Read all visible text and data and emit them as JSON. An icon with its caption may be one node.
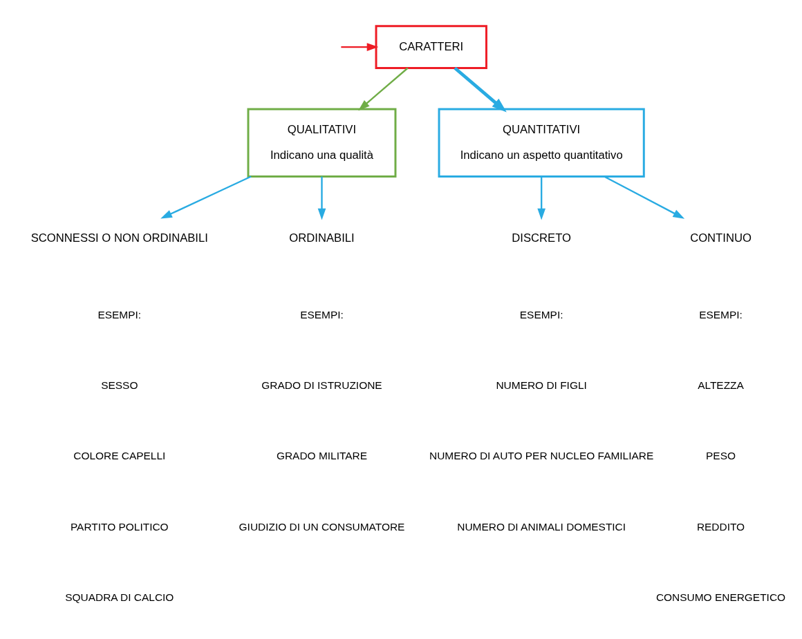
{
  "diagram": {
    "nodes": [
      {
        "text": [
          "CARATTERI"
        ]
      },
      {
        "text": [
          "QUALITATIVI",
          "Indicano una qualità"
        ]
      },
      {
        "text": [
          "QUANTITATIVI",
          "Indicano un aspetto quantitativo"
        ]
      },
      {
        "text": [
          "SCONNESSI O NON ORDINABILI"
        ]
      },
      {
        "text": [
          "ORDINABILI"
        ]
      },
      {
        "text": [
          "DISCRETO"
        ]
      },
      {
        "text": [
          "CONTINUO"
        ]
      }
    ],
    "edges": [
      {
        "from": null,
        "to": 0,
        "arrow": "to",
        "color": "#ee1c25"
      },
      {
        "from": 0,
        "to": 1,
        "arrow": "to",
        "color": "#70ad47"
      },
      {
        "from": 0,
        "to": 2,
        "arrow": "to",
        "style": "thick"
      },
      {
        "from": 1,
        "to": 3,
        "arrow": "to"
      },
      {
        "from": 1,
        "to": 4,
        "arrow": "to"
      },
      {
        "from": 2,
        "to": 5,
        "arrow": "to"
      },
      {
        "from": 2,
        "to": 6,
        "arrow": "to"
      }
    ],
    "labels": [
      "ESEMPI:",
      "SESSO",
      "COLORE CAPELLI",
      "PARTITO POLITICO",
      "SQUADRA DI CALCIO",
      "ESEMPI:",
      "GRADO DI ISTRUZIONE",
      "GRADO MILITARE",
      "GIUDIZIO DI UN CONSUMATORE",
      "ESEMPI:",
      "NUMERO DI FIGLI",
      "NUMERO DI AUTO PER NUCLEO FAMILIARE",
      "NUMERO DI ANIMALI DOMESTICI",
      "ESEMPI:",
      "ALTEZZA",
      "PESO",
      "REDDITO",
      "CONSUMO ENERGETICO"
    ]
  }
}
